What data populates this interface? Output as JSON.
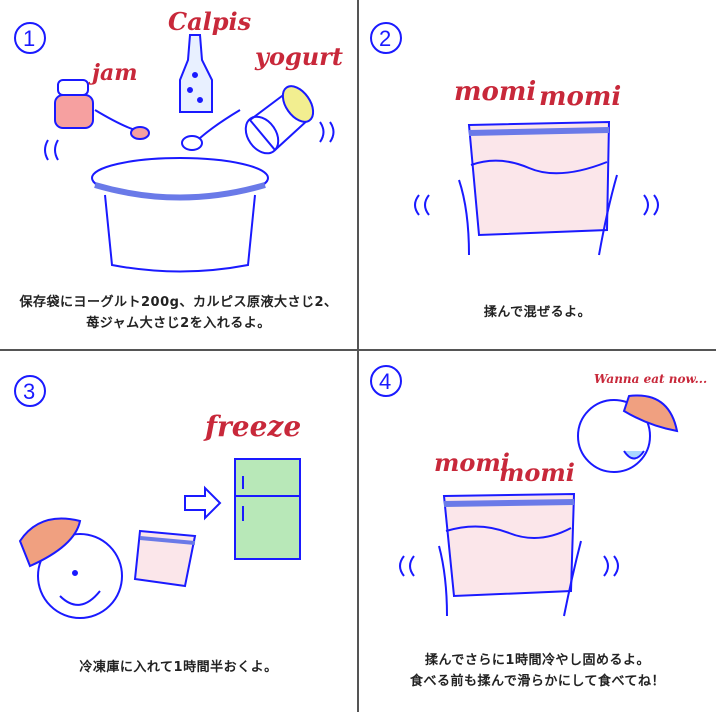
{
  "panels": [
    {
      "number": "1",
      "labels": {
        "calpis": "Calpis",
        "jam": "jam",
        "yogurt": "yogurt"
      },
      "caption": [
        "保存袋にヨーグルト200g、カルピス原液大さじ2、",
        "苺ジャム大さじ2を入れるよ。"
      ]
    },
    {
      "number": "2",
      "labels": {
        "momi1": "momi",
        "momi2": "momi"
      },
      "caption": [
        "揉んで混ぜるよ。"
      ]
    },
    {
      "number": "3",
      "labels": {
        "freeze": "freeze"
      },
      "caption": [
        "冷凍庫に入れて1時間半おくよ。"
      ]
    },
    {
      "number": "4",
      "labels": {
        "momi1": "momi",
        "momi2": "momi",
        "speech": "Wanna eat now..."
      },
      "caption": [
        "揉んでさらに1時間冷やし固めるよ。",
        "食べる前も揉んで滑らかにして食べてね！"
      ]
    }
  ],
  "colors": {
    "line": "#1a1aff",
    "label": "#c8283a",
    "pink": "#f6a0a0",
    "bag": "#fbe6ea",
    "fridge": "#b8e8b8",
    "hat": "#f0a080",
    "yogurt_lid": "#f2ee90"
  }
}
